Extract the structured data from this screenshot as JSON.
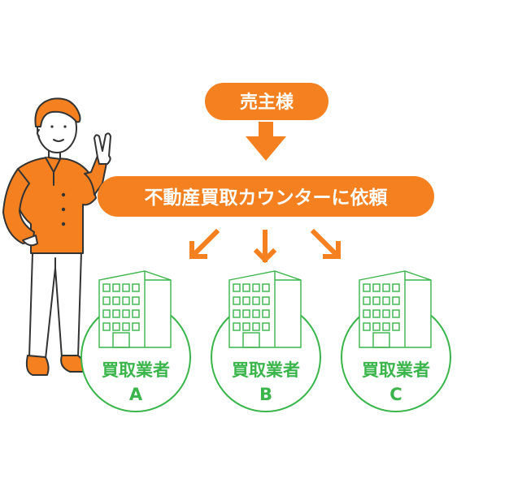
{
  "colors": {
    "orange": "#F5801F",
    "green": "#39B54A",
    "green_dark": "#2E9E3E",
    "skin": "#FFFFFF",
    "line": "#333333",
    "white": "#FFFFFF"
  },
  "diagram": {
    "seller": {
      "label": "売主様"
    },
    "request": {
      "label": "不動産買取カウンターに依頼"
    },
    "buyers": [
      {
        "label": "買取業者",
        "letter": "A"
      },
      {
        "label": "買取業者",
        "letter": "B"
      },
      {
        "label": "買取業者",
        "letter": "C"
      }
    ]
  },
  "icons": {
    "person": "person-peace-sign-icon",
    "arrow": "arrow-down-icon",
    "building": "office-building-icon"
  }
}
